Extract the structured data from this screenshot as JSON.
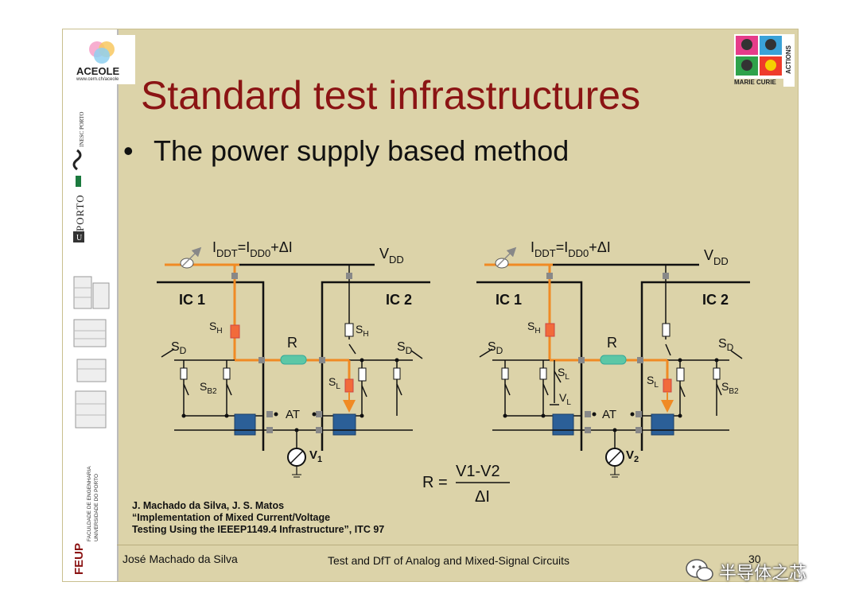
{
  "slide": {
    "title": "Standard test infrastructures",
    "bullet": "The power supply based method",
    "bullet_symbol": "•",
    "reference": {
      "line1": "J. Machado da Silva, J. S. Matos",
      "line2": "“Implementation of Mixed Current/Voltage",
      "line3": "Testing Using the IEEEP1149.4 Infrastructure”, ITC 97"
    },
    "footer": {
      "author": "José Machado da Silva",
      "course": "Test and DfT of Analog and Mixed-Signal Circuits",
      "page": "30"
    },
    "formula": {
      "lhs": "R =",
      "numerator": "V1-V2",
      "denominator": "ΔI"
    }
  },
  "logos": {
    "aceole": {
      "name": "ACEOLE",
      "url": "www.cern.ch/aceole"
    },
    "marie_curie": {
      "text": "MARIE CURIE",
      "side": "ACTIONS"
    },
    "inesc": "INESC PORTO",
    "uporto": "PORTO",
    "feup": "FEUP",
    "feup_sub1": "FACULDADE DE ENGENHARIA",
    "feup_sub2": "UNIVERSIDADE DO PORTO"
  },
  "diagram": {
    "left": {
      "ic1": "IC 1",
      "ic2": "IC 2",
      "vdd": "V",
      "vdd_sub": "DD",
      "iddt": "I",
      "iddt_sub": "DDT",
      "eq": "=I",
      "idd0_sub": "DD0",
      "plus": "+ΔI",
      "r": "R",
      "at": "AT",
      "v": "V",
      "v_sub": "1",
      "sh_left": "S",
      "sh_left_sub": "H",
      "sh_right": "S",
      "sh_right_sub": "H",
      "sd_left": "S",
      "sd_left_sub": "D",
      "sd_right": "S",
      "sd_right_sub": "D",
      "sb2": "S",
      "sb2_sub": "B2",
      "sl": "S",
      "sl_sub": "L"
    },
    "right": {
      "ic1": "IC 1",
      "ic2": "IC 2",
      "vdd": "V",
      "vdd_sub": "DD",
      "iddt": "I",
      "iddt_sub": "DDT",
      "eq": "=I",
      "idd0_sub": "DD0",
      "plus": "+ΔI",
      "r": "R",
      "at": "AT",
      "v": "V",
      "v_sub": "2",
      "sh": "S",
      "sh_sub": "H",
      "sd_left": "S",
      "sd_left_sub": "D",
      "sd_right": "S",
      "sd_right_sub": "D",
      "sl_a": "S",
      "sl_a_sub": "L",
      "vl": "V",
      "vl_sub": "L",
      "sl_b": "S",
      "sl_b_sub": "L",
      "sb2": "S",
      "sb2_sub": "B2"
    }
  },
  "watermark": "半导体之芯",
  "colors": {
    "title": "#8b1414",
    "background": "#dcd3a9",
    "wire_orange": "#f08a24",
    "switch_fill": "#f26a3a",
    "block_blue": "#2b5f98",
    "resistor_green": "#5cc7a6"
  }
}
